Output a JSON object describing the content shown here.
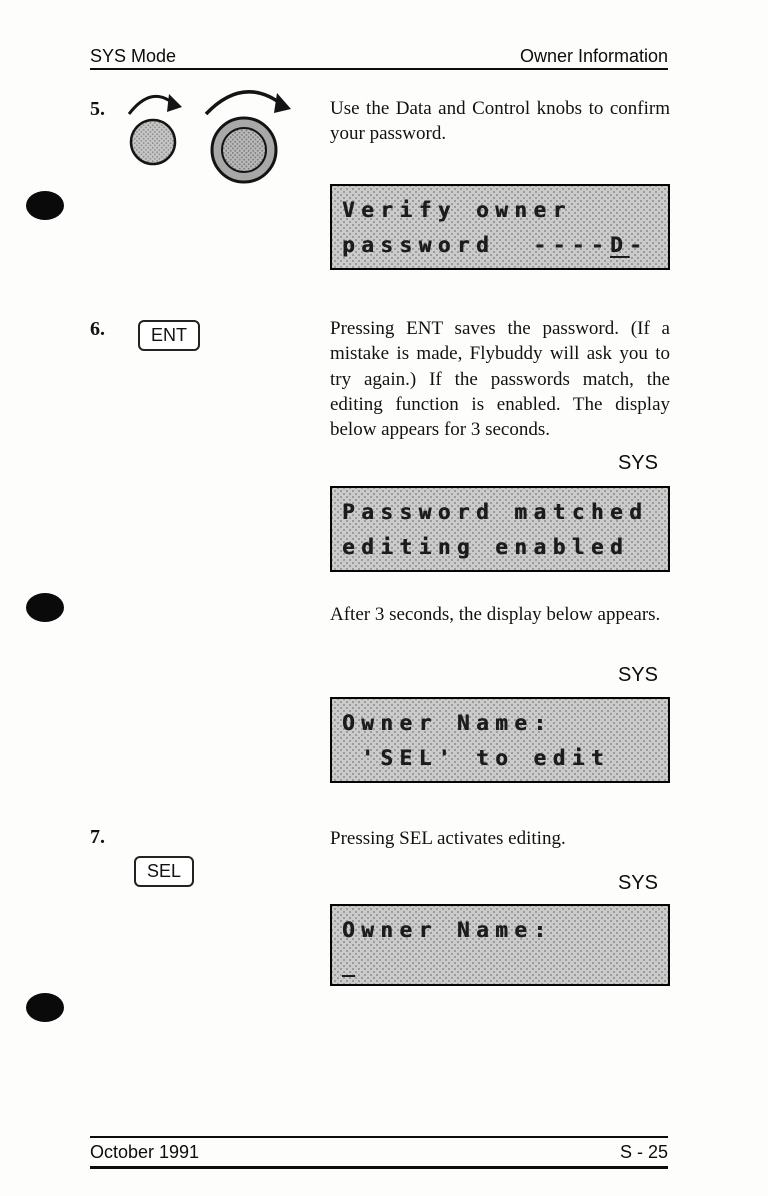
{
  "header": {
    "left": "SYS Mode",
    "right": "Owner Information"
  },
  "footer": {
    "left": "October 1991",
    "right": "S - 25"
  },
  "sys_label": "SYS",
  "icons": {
    "data_knob": "rotary-knob-small-with-clockwise-arrow",
    "control_knob": "rotary-knob-large-with-clockwise-arrow"
  },
  "steps": {
    "step5": {
      "number": "5.",
      "text": "Use the Data and Control knobs to confirm your password."
    },
    "step6": {
      "number": "6.",
      "key": "ENT",
      "text": "Pressing ENT saves the password.  (If a mistake is made, Flybuddy will ask you to try again.) If the passwords match, the editing function is enabled.  The display below appears for 3 seconds.",
      "after_text": "After 3 seconds, the display below appears."
    },
    "step7": {
      "number": "7.",
      "key": "SEL",
      "text": "Pressing SEL activates editing."
    }
  },
  "displays": {
    "verify": {
      "line1": "Verify owner",
      "line2_pre": "password  ----",
      "line2_cursor": "D",
      "line2_post": "-"
    },
    "matched": {
      "line1": "Password matched",
      "line2": "editing enabled"
    },
    "owner_edit": {
      "line1": "Owner Name:",
      "line2": " 'SEL' to edit"
    },
    "owner_blank": {
      "line1": "Owner Name:",
      "line2": "_"
    }
  }
}
